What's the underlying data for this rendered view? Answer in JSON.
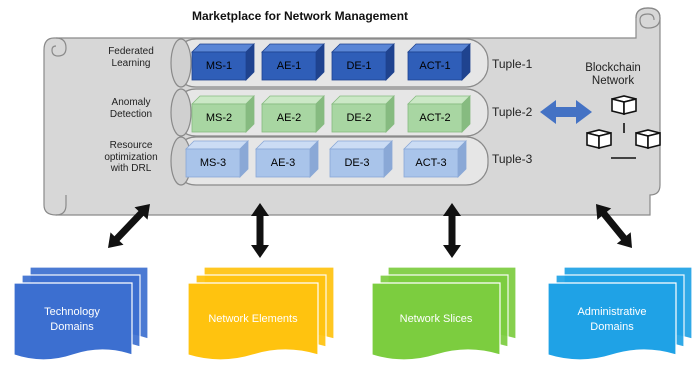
{
  "title": "Marketplace for Network Management",
  "rows": [
    {
      "label": "Federated\nLearning",
      "tuple": "Tuple-1",
      "cubes": [
        "MS-1",
        "AE-1",
        "DE-1",
        "ACT-1"
      ],
      "face": "#2f5eb8",
      "top": "#5a86d6",
      "side": "#1f438f",
      "text": "#ffffff"
    },
    {
      "label": "Anomaly\nDetection",
      "tuple": "Tuple-2",
      "cubes": [
        "MS-2",
        "AE-2",
        "DE-2",
        "ACT-2"
      ],
      "face": "#a8d6a2",
      "top": "#cbe8c6",
      "side": "#86bb80",
      "text": "#f4fbf2"
    },
    {
      "label": "Resource\noptimization\nwith DRL",
      "tuple": "Tuple-3",
      "cubes": [
        "MS-3",
        "AE-3",
        "DE-3",
        "ACT-3"
      ],
      "face": "#a9c4ea",
      "top": "#cbdcf4",
      "side": "#8aa8d6",
      "text": "#f3f7fd"
    }
  ],
  "blockchain": {
    "label": "Blockchain\nNetwork"
  },
  "domains": [
    {
      "label": "Technology\nDomains",
      "color": "#3c6fd0"
    },
    {
      "label": "Network Elements",
      "color": "#ffc30f"
    },
    {
      "label": "Network Slices",
      "color": "#7ccd3f"
    },
    {
      "label": "Administrative\nDomains",
      "color": "#1fa2e6"
    }
  ],
  "colors": {
    "scroll": "#d7d7d7",
    "scroll_edge": "#8a8a8a",
    "arrow_black": "#111111",
    "arrow_blue": "#4472c4"
  }
}
